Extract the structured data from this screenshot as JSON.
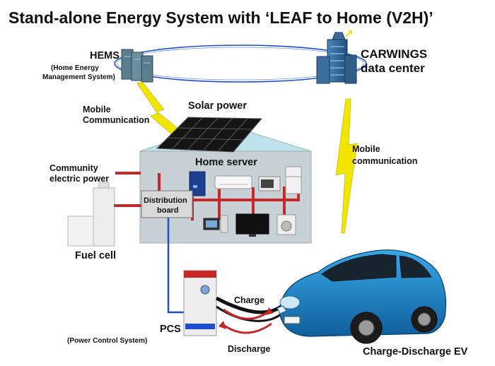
{
  "title": "Stand-alone Energy System with ‘LEAF to Home (V2H)’",
  "labels": {
    "hems": "HEMS",
    "hems_sub1": "(Home Energy",
    "hems_sub2": "Management System)",
    "carwings1": "CARWINGS",
    "carwings2": "data center",
    "mobile_left1": "Mobile",
    "mobile_left2": "Communication",
    "solar": "Solar power",
    "mobile_right1": "Mobile",
    "mobile_right2": "communication",
    "community1": "Community",
    "community2": "electric power",
    "home_server": "Home server",
    "distribution1": "Distribution",
    "distribution2": "board",
    "fuel_cell": "Fuel cell",
    "charge": "Charge",
    "discharge": "Discharge",
    "pcs": "PCS",
    "pcs_sub": "(Power Control System)",
    "ev": "Charge-Discharge EV"
  },
  "colors": {
    "power_line": "#c62828",
    "comm_line": "#1e4fd0",
    "lightning": "#f2e600",
    "house": "#c7d1d6",
    "roof": "#bfe3ea",
    "car": "#1e86c9"
  }
}
